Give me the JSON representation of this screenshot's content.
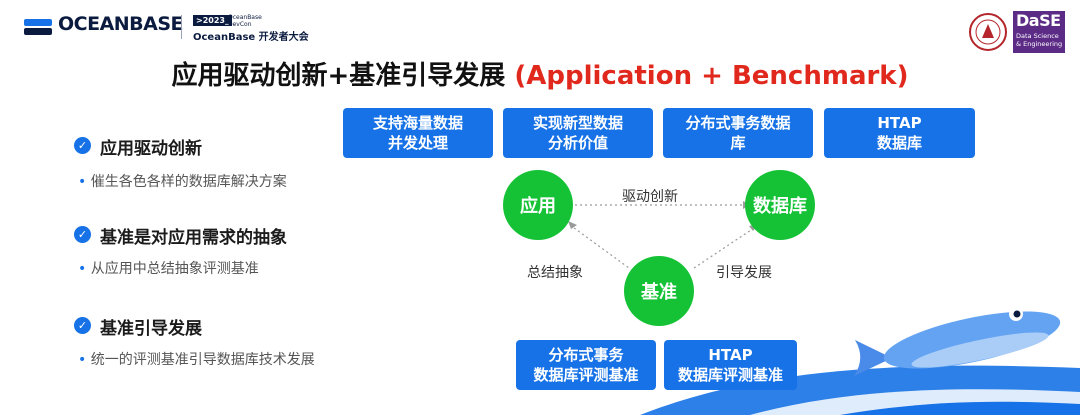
{
  "header": {
    "logo_text": "OCEANBASE",
    "devcon_year": ">2023_",
    "devcon_small_1": "OceanBase",
    "devcon_small_2": "DevCon",
    "devcon_name": "OceanBase 开发者大会",
    "dase_title": "DaSE",
    "dase_sub_1": "Data Science",
    "dase_sub_2": "& Engineering"
  },
  "title": {
    "zh": "应用驱动创新+基准引导发展",
    "en": "(Application + Benchmark)"
  },
  "left_list": [
    {
      "heading": "应用驱动创新",
      "sub": "催生各色各样的数据库解决方案"
    },
    {
      "heading": "基准是对应用需求的抽象",
      "sub": "从应用中总结抽象评测基准"
    },
    {
      "heading": "基准引导发展",
      "sub": "统一的评测基准引导数据库技术发展"
    }
  ],
  "bullet_char": "•",
  "check_char": "✓",
  "top_boxes": [
    {
      "line1": "支持海量数据",
      "line2": "并发处理"
    },
    {
      "line1": "实现新型数据",
      "line2": "分析价值"
    },
    {
      "line1": "分布式事务数据",
      "line2": "库"
    },
    {
      "line1": "HTAP",
      "line2": "数据库"
    }
  ],
  "bottom_boxes": [
    {
      "line1": "分布式事务",
      "line2": "数据库评测基准"
    },
    {
      "line1": "HTAP",
      "line2": "数据库评测基准"
    }
  ],
  "nodes": {
    "app": "应用",
    "db": "数据库",
    "bench": "基准"
  },
  "edges": {
    "drive": "驱动创新",
    "abstract": "总结抽象",
    "guide": "引导发展"
  },
  "colors": {
    "accent_blue": "#1672e6",
    "node_green": "#15c236",
    "title_red": "#e0281d",
    "dase_purple": "#5b2b86"
  }
}
